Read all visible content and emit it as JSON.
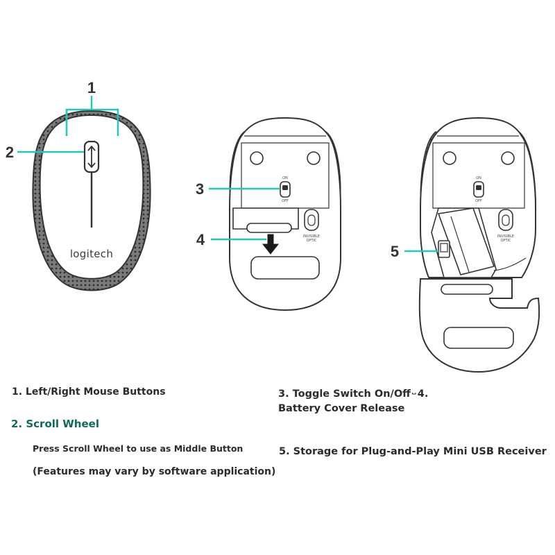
{
  "colors": {
    "accent": "#1fc8b8",
    "outline": "#333333",
    "scroll_wheel_label": "#0e6b59",
    "grip_texture": "#5a5a5a",
    "text": "#2b2b2b"
  },
  "callouts": {
    "c1": "1",
    "c2": "2",
    "c3": "3",
    "c4": "4",
    "c5": "5"
  },
  "mouse_top": {
    "logo": "logitech"
  },
  "mouse_bottom": {
    "switch_on": "ON",
    "switch_off": "OFF",
    "sensor_label_line1": "INVISIBLE",
    "sensor_label_line2": "OPTIC"
  },
  "legend": {
    "item1": "1. Left/Right Mouse Buttons",
    "item2": "2. Scroll Wheel",
    "item2_note": "Press Scroll Wheel to use as Middle Button",
    "item2_vary": "(Features may vary by software application)",
    "item3": "3. Toggle Switch On/Off",
    "item3_4_sep": "⎵",
    "item4_num": "4.",
    "item4_text": "Battery Cover Release",
    "item5": "5. Storage for Plug-and-Play Mini USB Receiver"
  }
}
